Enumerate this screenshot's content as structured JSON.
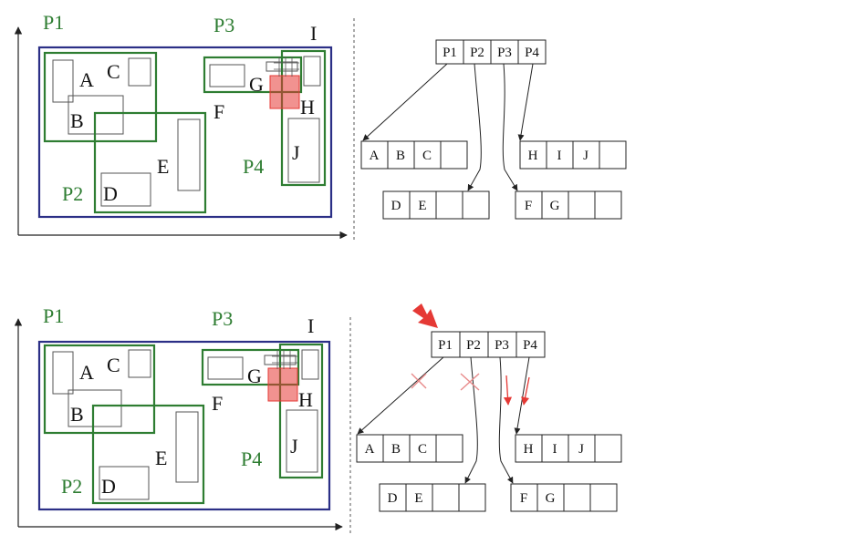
{
  "panels": [
    {
      "spatial": {
        "partitions": [
          "P1",
          "P2",
          "P3",
          "P4"
        ],
        "objects": [
          "A",
          "B",
          "C",
          "D",
          "E",
          "F",
          "G",
          "H",
          "I",
          "J"
        ]
      },
      "tree": {
        "root": [
          "P1",
          "P2",
          "P3",
          "P4"
        ],
        "leaves": [
          [
            "A",
            "B",
            "C",
            ""
          ],
          [
            "D",
            "E",
            "",
            ""
          ],
          [
            "F",
            "G",
            "",
            ""
          ],
          [
            "H",
            "I",
            "J",
            ""
          ]
        ]
      },
      "annotations": {
        "query_arrow": false,
        "pruned": []
      }
    },
    {
      "spatial": {
        "partitions": [
          "P1",
          "P2",
          "P3",
          "P4"
        ],
        "objects": [
          "A",
          "B",
          "C",
          "D",
          "E",
          "F",
          "G",
          "H",
          "I",
          "J"
        ]
      },
      "tree": {
        "root": [
          "P1",
          "P2",
          "P3",
          "P4"
        ],
        "leaves": [
          [
            "A",
            "B",
            "C",
            ""
          ],
          [
            "D",
            "E",
            "",
            ""
          ],
          [
            "F",
            "G",
            "",
            ""
          ],
          [
            "H",
            "I",
            "J",
            ""
          ]
        ]
      },
      "annotations": {
        "query_arrow": true,
        "pruned": [
          "P1",
          "P2"
        ]
      }
    }
  ],
  "colors": {
    "outer_border": "#2b2f86",
    "partition": "#2e7d32",
    "partition_label": "#2e7d32",
    "query": "#e53935",
    "object": "#555555",
    "text": "#111111"
  }
}
